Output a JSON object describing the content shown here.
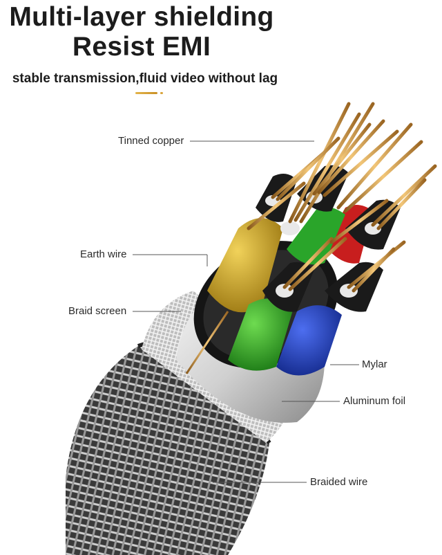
{
  "header": {
    "title_line1": "Multi-layer shielding",
    "title_line2": "Resist EMI",
    "subtitle": "stable transmission,fluid video without lag"
  },
  "callouts": {
    "tinned_copper": "Tinned copper",
    "earth_wire": "Earth wire",
    "braid_screen": "Braid screen",
    "mylar": "Mylar",
    "aluminum_foil": "Aluminum foil",
    "braided_wire": "Braided wire"
  },
  "colors": {
    "accent": "#d4a03a",
    "copper": "#c98a3c",
    "wire_yellow": "#d2a82a",
    "wire_green": "#2fa82a",
    "wire_blue": "#1f3fb8",
    "wire_red": "#c81e1e",
    "wire_black": "#1a1a1a",
    "braid": "#7d7d7d"
  }
}
